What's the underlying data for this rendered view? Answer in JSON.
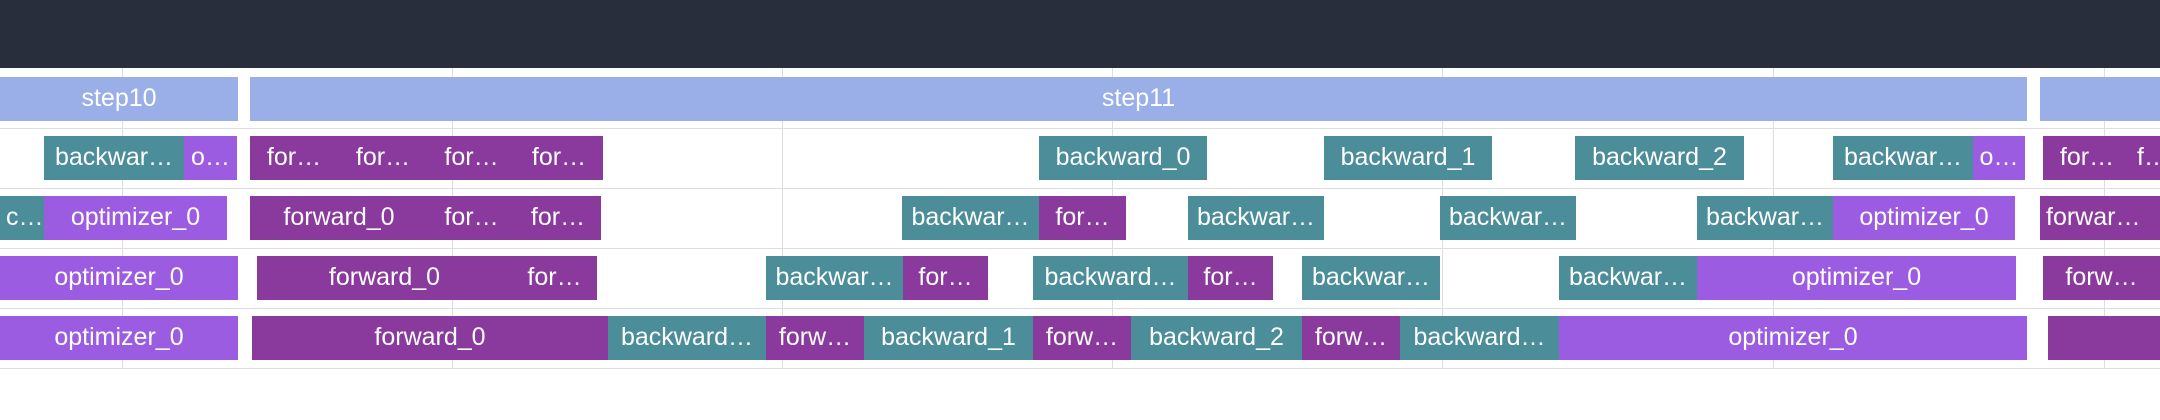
{
  "colors": {
    "topbar": "#282e3b",
    "step": "#9aaee8",
    "forward": "#8a3a9c",
    "backward": "#4b8d98",
    "optimizer": "#9c5ce2",
    "grid": "#dcdde1"
  },
  "steps": [
    "step10",
    "step11",
    ""
  ],
  "rows": [
    {
      "name": "row-1",
      "blocks": [
        {
          "label": "backwar…",
          "kind": "backward"
        },
        {
          "label": "o…",
          "kind": "optimizer"
        },
        {
          "label": "for…",
          "kind": "forward"
        },
        {
          "label": "for…",
          "kind": "forward"
        },
        {
          "label": "for…",
          "kind": "forward"
        },
        {
          "label": "for…",
          "kind": "forward"
        },
        {
          "label": "backward_0",
          "kind": "backward"
        },
        {
          "label": "backward_1",
          "kind": "backward"
        },
        {
          "label": "backward_2",
          "kind": "backward"
        },
        {
          "label": "backwar…",
          "kind": "backward"
        },
        {
          "label": "o…",
          "kind": "optimizer"
        },
        {
          "label": "for…",
          "kind": "forward"
        },
        {
          "label": "f…",
          "kind": "forward"
        }
      ]
    },
    {
      "name": "row-2",
      "blocks": [
        {
          "label": "c…",
          "kind": "backward"
        },
        {
          "label": "optimizer_0",
          "kind": "optimizer"
        },
        {
          "label": "forward_0",
          "kind": "forward"
        },
        {
          "label": "for…",
          "kind": "forward"
        },
        {
          "label": "for…",
          "kind": "forward"
        },
        {
          "label": "backwar…",
          "kind": "backward"
        },
        {
          "label": "for…",
          "kind": "forward"
        },
        {
          "label": "backwar…",
          "kind": "backward"
        },
        {
          "label": "backwar…",
          "kind": "backward"
        },
        {
          "label": "backwar…",
          "kind": "backward"
        },
        {
          "label": "optimizer_0",
          "kind": "optimizer"
        },
        {
          "label": "forward…",
          "kind": "forward"
        }
      ]
    },
    {
      "name": "row-3",
      "blocks": [
        {
          "label": "optimizer_0",
          "kind": "optimizer"
        },
        {
          "label": "forward_0",
          "kind": "forward"
        },
        {
          "label": "for…",
          "kind": "forward"
        },
        {
          "label": "backwar…",
          "kind": "backward"
        },
        {
          "label": "for…",
          "kind": "forward"
        },
        {
          "label": "backward…",
          "kind": "backward"
        },
        {
          "label": "for…",
          "kind": "forward"
        },
        {
          "label": "backwar…",
          "kind": "backward"
        },
        {
          "label": "backwar…",
          "kind": "backward"
        },
        {
          "label": "optimizer_0",
          "kind": "optimizer"
        },
        {
          "label": "forw…",
          "kind": "forward"
        }
      ]
    },
    {
      "name": "row-4",
      "blocks": [
        {
          "label": "optimizer_0",
          "kind": "optimizer"
        },
        {
          "label": "forward_0",
          "kind": "forward"
        },
        {
          "label": "backward…",
          "kind": "backward"
        },
        {
          "label": "forw…",
          "kind": "forward"
        },
        {
          "label": "backward_1",
          "kind": "backward"
        },
        {
          "label": "forw…",
          "kind": "forward"
        },
        {
          "label": "backward_2",
          "kind": "backward"
        },
        {
          "label": "forw…",
          "kind": "forward"
        },
        {
          "label": "backward…",
          "kind": "backward"
        },
        {
          "label": "optimizer_0",
          "kind": "optimizer"
        },
        {
          "label": "",
          "kind": "forward"
        }
      ]
    }
  ]
}
